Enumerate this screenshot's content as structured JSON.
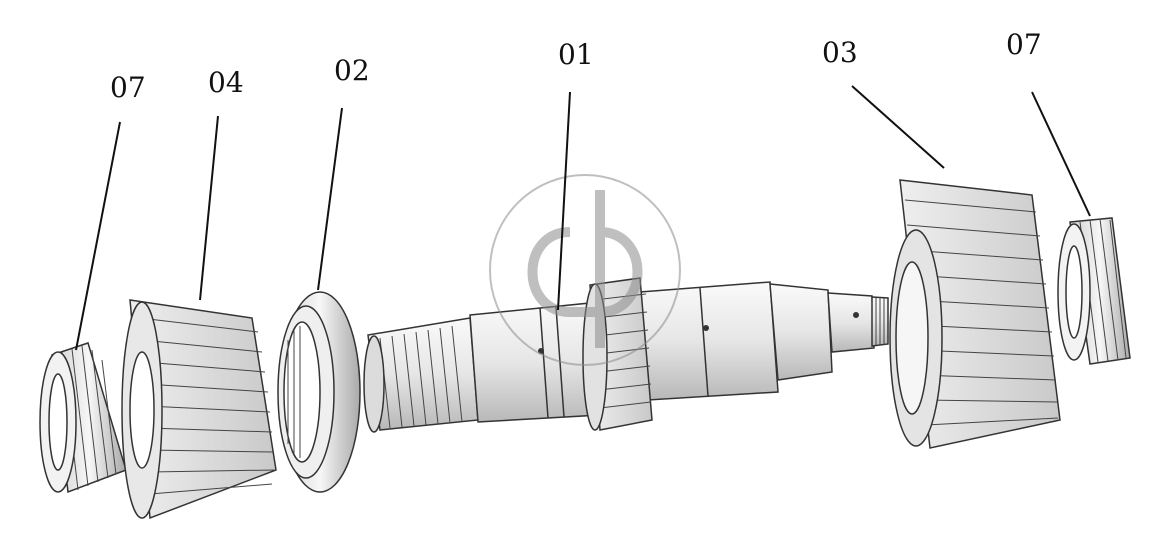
{
  "callouts": [
    {
      "id": "c-07-left",
      "label": "07"
    },
    {
      "id": "c-04",
      "label": "04"
    },
    {
      "id": "c-02",
      "label": "02"
    },
    {
      "id": "c-01",
      "label": "01"
    },
    {
      "id": "c-03",
      "label": "03"
    },
    {
      "id": "c-07-right",
      "label": "07"
    }
  ],
  "colors": {
    "line": "#111111",
    "metal_light": "#f4f4f4",
    "metal_mid": "#d6d6d6",
    "metal_dark": "#9a9a9a",
    "watermark": "#9a9a9a"
  }
}
